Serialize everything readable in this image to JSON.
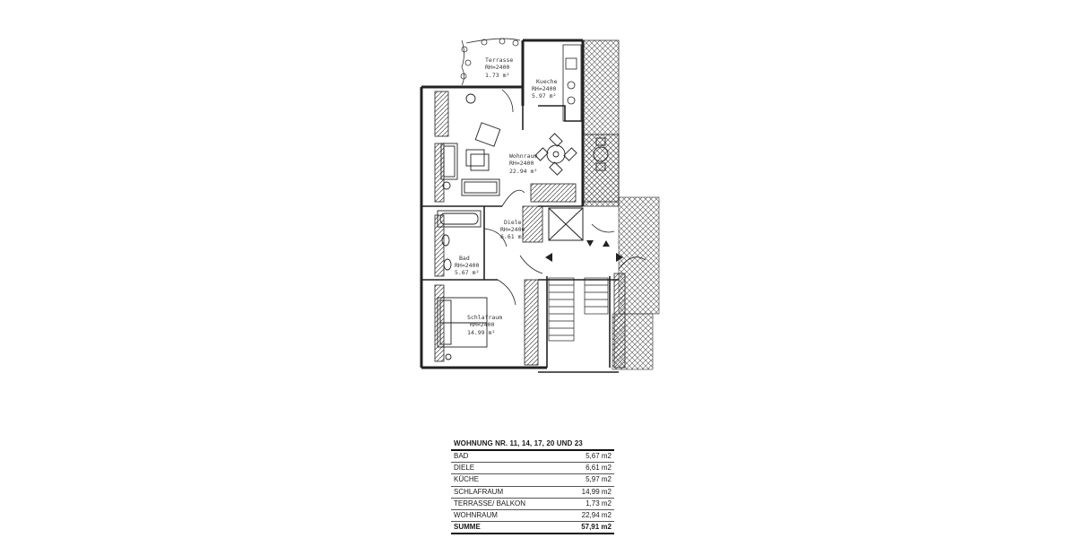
{
  "rooms": [
    {
      "key": "terrasse",
      "name": "Terrasse",
      "height": "RH=2400",
      "area": "1.73 m²"
    },
    {
      "key": "kueche",
      "name": "Kueche",
      "height": "RH=2400",
      "area": "5.97 m²"
    },
    {
      "key": "wohnraum",
      "name": "Wohnraum",
      "height": "RH=2400",
      "area": "22.94 m²"
    },
    {
      "key": "diele",
      "name": "Diele",
      "height": "RH=2400",
      "area": "6.61 m²"
    },
    {
      "key": "bad",
      "name": "Bad",
      "height": "RH=2400",
      "area": "5.67 m²"
    },
    {
      "key": "schlafraum",
      "name": "Schlafraum",
      "height": "RH=2400",
      "area": "14.99 m²"
    }
  ],
  "table": {
    "title": "WOHNUNG NR. 11, 14, 17, 20 UND 23",
    "rows": [
      {
        "label": "BAD",
        "value": "5,67 m2"
      },
      {
        "label": "DIELE",
        "value": "6,61 m2"
      },
      {
        "label": "KÜCHE",
        "value": "5,97 m2"
      },
      {
        "label": "SCHLAFRAUM",
        "value": "14,99 m2"
      },
      {
        "label": "TERRASSE/ BALKON",
        "value": "1,73 m2"
      },
      {
        "label": "WOHNRAUM",
        "value": "22,94 m2"
      }
    ],
    "sum": {
      "label": "SUMME",
      "value": "57,91 m2"
    }
  },
  "colors": {
    "line": "#222222",
    "hatch": "#555555",
    "paper": "#ffffff"
  }
}
